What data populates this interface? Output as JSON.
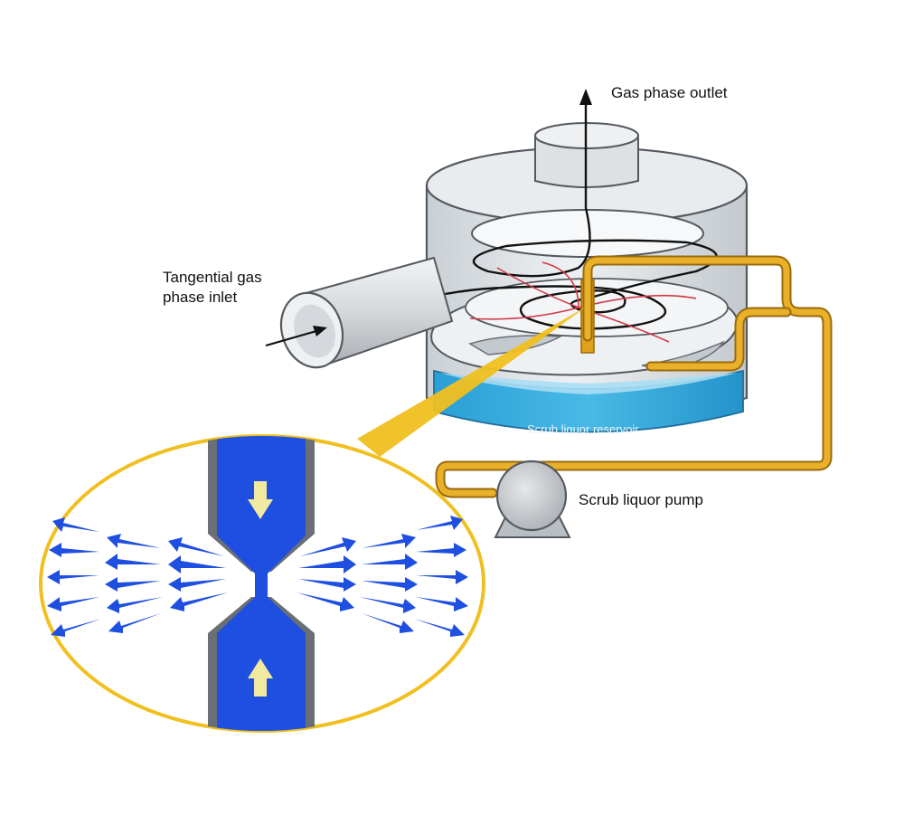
{
  "labels": {
    "gas_outlet": "Gas phase outlet",
    "gas_inlet_line1": "Tangential gas",
    "gas_inlet_line2": "phase inlet",
    "reservoir": "Scrub liquor reservoir",
    "pump": "Scrub liquor pump"
  },
  "colors": {
    "vessel_wall": "#d7dce0",
    "vessel_outline": "#555a60",
    "liquid": "#2ea8dd",
    "liquid_light": "#8fd4f0",
    "pipe": "#e0a21a",
    "pipe_dark": "#9a6a0c",
    "zoom_border": "#f0c020",
    "jet_blue": "#1e4fe0",
    "nozzle_gray": "#6a6f75",
    "flow_arrow": "#f2e9a0",
    "gas_path": "#111111",
    "spray_red": "#d23a4a"
  },
  "icons": {
    "pump": "pump-icon",
    "outlet_arrow": "arrow-up-icon",
    "inlet_arrow": "arrow-right-icon"
  }
}
